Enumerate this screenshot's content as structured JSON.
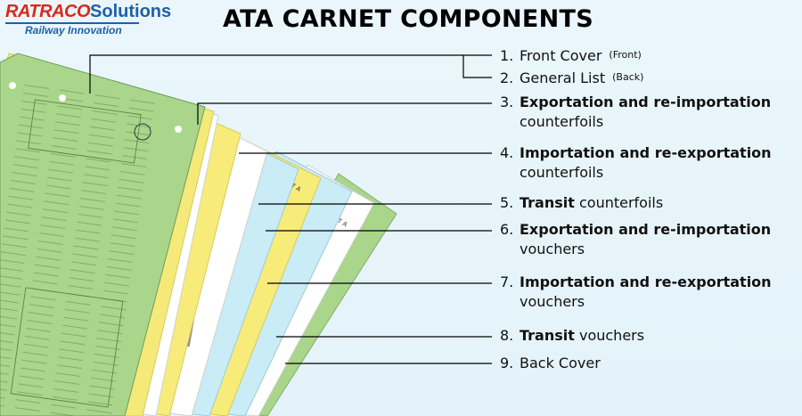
{
  "logo": {
    "brand": "RATRACO",
    "brand_suffix": "Solutions",
    "tagline": "Railway Innovation"
  },
  "title": "ATA CARNET COMPONENTS",
  "components": [
    {
      "number": "1.",
      "text": "Front Cover",
      "note": "(Front)"
    },
    {
      "number": "2.",
      "text": "General List",
      "note": "(Back)"
    },
    {
      "number": "3.",
      "bold": "Exportation and re-importation",
      "cont": "counterfoils"
    },
    {
      "number": "4.",
      "bold": "Importation and re-exportation",
      "cont": "counterfoils"
    },
    {
      "number": "5.",
      "bold": "Transit",
      "rest": " counterfoils"
    },
    {
      "number": "6.",
      "bold": "Exportation and re-importation",
      "cont": "vouchers"
    },
    {
      "number": "7.",
      "bold": "Importation and re-exportation",
      "cont": "vouchers"
    },
    {
      "number": "8.",
      "bold": "Transit",
      "rest": " vouchers"
    },
    {
      "number": "9.",
      "text": "Back Cover"
    }
  ],
  "colors": {
    "green_sheet": "#a9d68a",
    "yellow_sheet": "#f7ec7a",
    "white_sheet": "#ffffff",
    "blue_sheet": "#c9ecf6",
    "background": "#e6f4fa"
  }
}
